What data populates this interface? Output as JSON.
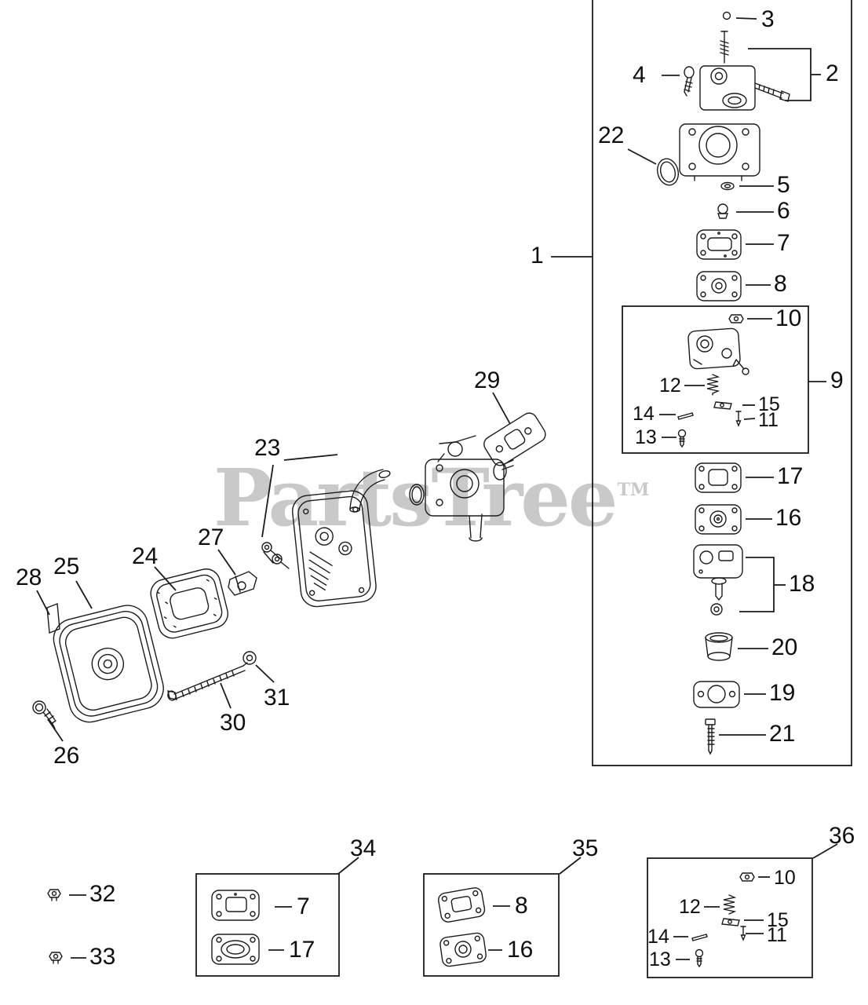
{
  "watermark": {
    "text": "PartsTree",
    "tm": "TM"
  },
  "callouts": {
    "n1": "1",
    "n2": "2",
    "n3": "3",
    "n4": "4",
    "n5": "5",
    "n6": "6",
    "n7": "7",
    "n8": "8",
    "n9": "9",
    "n10": "10",
    "n11": "11",
    "n12": "12",
    "n13": "13",
    "n14": "14",
    "n15": "15",
    "n16": "16",
    "n17": "17",
    "n18": "18",
    "n19": "19",
    "n20": "20",
    "n21": "21",
    "n22": "22",
    "n23": "23",
    "n24": "24",
    "n25": "25",
    "n26": "26",
    "n27": "27",
    "n28": "28",
    "n29": "29",
    "n30": "30",
    "n31": "31",
    "n32": "32",
    "n33": "33",
    "n34": "34",
    "n35": "35",
    "n36": "36"
  }
}
